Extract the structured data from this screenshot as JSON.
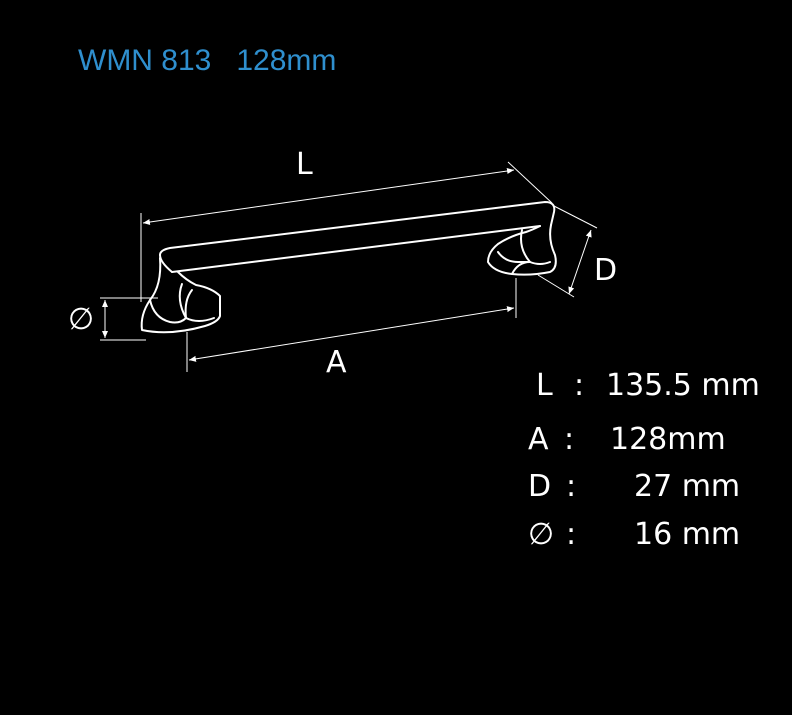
{
  "header": {
    "model": "WMN 813",
    "size": "128mm"
  },
  "diagram": {
    "labels": {
      "L": "L",
      "A": "A",
      "D": "D",
      "diameter": "∅"
    }
  },
  "specs": [
    {
      "key": "L",
      "colon": ":",
      "value": "135.5 mm"
    },
    {
      "key": "A",
      "colon": ":",
      "value": "128mm"
    },
    {
      "key": "D",
      "colon": ":",
      "value": "27 mm"
    },
    {
      "key": "∅",
      "colon": ":",
      "value": "16 mm"
    }
  ],
  "colors": {
    "background": "#000000",
    "title": "#2f8fce",
    "drawing": "#ffffff"
  }
}
